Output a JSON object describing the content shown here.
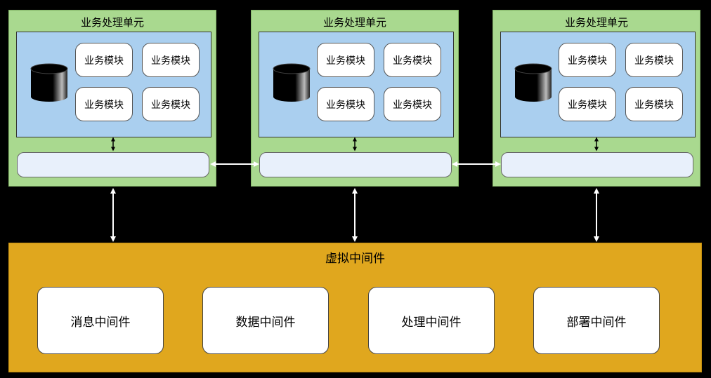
{
  "units": [
    {
      "title": "业务处理单元",
      "modules": [
        "业务模块",
        "业务模块",
        "业务模块",
        "业务模块"
      ]
    },
    {
      "title": "业务处理单元",
      "modules": [
        "业务模块",
        "业务模块",
        "业务模块",
        "业务模块"
      ]
    },
    {
      "title": "业务处理单元",
      "modules": [
        "业务模块",
        "业务模块",
        "业务模块",
        "业务模块"
      ]
    }
  ],
  "virtual_middleware": {
    "title": "虚拟中间件",
    "items": [
      "消息中间件",
      "数据中间件",
      "处理中间件",
      "部署中间件"
    ]
  },
  "colors": {
    "unit_bg": "#a9d98f",
    "inner_bg": "#aacfef",
    "bus_bg": "#e8f0fb",
    "vm_bg": "#e0a71e"
  }
}
